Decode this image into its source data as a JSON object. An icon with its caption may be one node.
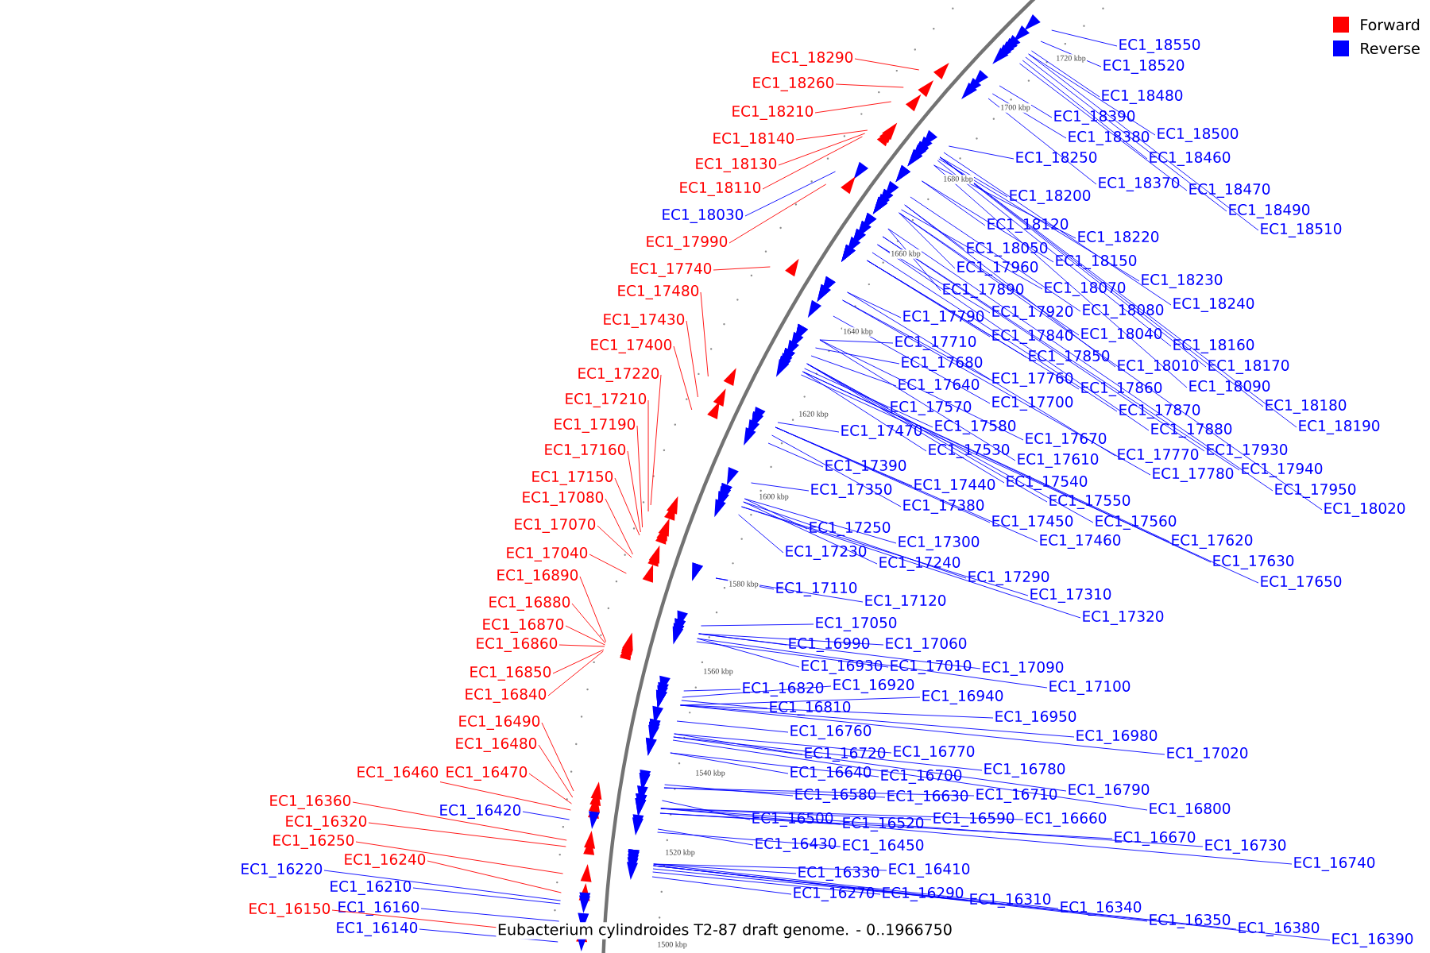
{
  "diagram": {
    "title": "Eubacterium cylindroides T2-87 draft genome. - 0..1966750",
    "nodes": [
      {
        "text": [
          "EC1_18290"
        ]
      },
      {
        "text": [
          "EC1_18260"
        ]
      },
      {
        "text": [
          "EC1_18210"
        ]
      },
      {
        "text": [
          "EC1_18140"
        ]
      },
      {
        "text": [
          "EC1_18130"
        ]
      },
      {
        "text": [
          "EC1_18110"
        ]
      },
      {
        "text": [
          "EC1_18030"
        ]
      },
      {
        "text": [
          "EC1_17990"
        ]
      },
      {
        "text": [
          "EC1_17740"
        ]
      },
      {
        "text": [
          "EC1_17480"
        ]
      },
      {
        "text": [
          "EC1_17430"
        ]
      },
      {
        "text": [
          "EC1_17400"
        ]
      },
      {
        "text": [
          "EC1_17220"
        ]
      },
      {
        "text": [
          "EC1_17210"
        ]
      },
      {
        "text": [
          "EC1_17190"
        ]
      },
      {
        "text": [
          "EC1_17160"
        ]
      },
      {
        "text": [
          "EC1_17150"
        ]
      },
      {
        "text": [
          "EC1_17080"
        ]
      },
      {
        "text": [
          "EC1_17070"
        ]
      },
      {
        "text": [
          "EC1_17040"
        ]
      },
      {
        "text": [
          "EC1_16890"
        ]
      },
      {
        "text": [
          "EC1_16880"
        ]
      },
      {
        "text": [
          "EC1_16870"
        ]
      },
      {
        "text": [
          "EC1_16860"
        ]
      },
      {
        "text": [
          "EC1_16850"
        ]
      },
      {
        "text": [
          "EC1_16840"
        ]
      },
      {
        "text": [
          "EC1_16490"
        ]
      },
      {
        "text": [
          "EC1_16480"
        ]
      },
      {
        "text": [
          "EC1_16460"
        ]
      },
      {
        "text": [
          "EC1_16470"
        ]
      },
      {
        "text": [
          "EC1_16360"
        ]
      },
      {
        "text": [
          "EC1_16420"
        ]
      },
      {
        "text": [
          "EC1_16320"
        ]
      },
      {
        "text": [
          "EC1_16250"
        ]
      },
      {
        "text": [
          "EC1_16240"
        ]
      },
      {
        "text": [
          "EC1_16220"
        ]
      },
      {
        "text": [
          "EC1_16210"
        ]
      },
      {
        "text": [
          "EC1_16160"
        ]
      },
      {
        "text": [
          "EC1_16150"
        ]
      },
      {
        "text": [
          "EC1_16140"
        ]
      },
      {
        "text": [
          "EC1_18550"
        ]
      },
      {
        "text": [
          "EC1_18520"
        ]
      },
      {
        "text": [
          "EC1_18480"
        ]
      },
      {
        "text": [
          "EC1_18390"
        ]
      },
      {
        "text": [
          "EC1_18500"
        ]
      },
      {
        "text": [
          "EC1_18380"
        ]
      },
      {
        "text": [
          "EC1_18460"
        ]
      },
      {
        "text": [
          "EC1_18250"
        ]
      },
      {
        "text": [
          "EC1_18370"
        ]
      },
      {
        "text": [
          "EC1_18470"
        ]
      },
      {
        "text": [
          "EC1_18200"
        ]
      },
      {
        "text": [
          "EC1_18490"
        ]
      },
      {
        "text": [
          "EC1_18120"
        ]
      },
      {
        "text": [
          "EC1_18510"
        ]
      },
      {
        "text": [
          "EC1_18220"
        ]
      },
      {
        "text": [
          "EC1_18050"
        ]
      },
      {
        "text": [
          "EC1_18150"
        ]
      },
      {
        "text": [
          "EC1_17960"
        ]
      },
      {
        "text": [
          "EC1_18230"
        ]
      },
      {
        "text": [
          "EC1_18070"
        ]
      },
      {
        "text": [
          "EC1_17890"
        ]
      },
      {
        "text": [
          "EC1_18240"
        ]
      },
      {
        "text": [
          "EC1_17920"
        ]
      },
      {
        "text": [
          "EC1_18080"
        ]
      },
      {
        "text": [
          "EC1_17790"
        ]
      },
      {
        "text": [
          "EC1_18040"
        ]
      },
      {
        "text": [
          "EC1_17840"
        ]
      },
      {
        "text": [
          "EC1_17710"
        ]
      },
      {
        "text": [
          "EC1_18160"
        ]
      },
      {
        "text": [
          "EC1_17850"
        ]
      },
      {
        "text": [
          "EC1_17680"
        ]
      },
      {
        "text": [
          "EC1_18010"
        ]
      },
      {
        "text": [
          "EC1_18170"
        ]
      },
      {
        "text": [
          "EC1_17760"
        ]
      },
      {
        "text": [
          "EC1_17640"
        ]
      },
      {
        "text": [
          "EC1_18090"
        ]
      },
      {
        "text": [
          "EC1_17860"
        ]
      },
      {
        "text": [
          "EC1_17700"
        ]
      },
      {
        "text": [
          "EC1_18180"
        ]
      },
      {
        "text": [
          "EC1_17570"
        ]
      },
      {
        "text": [
          "EC1_17870"
        ]
      },
      {
        "text": [
          "EC1_17580"
        ]
      },
      {
        "text": [
          "EC1_18190"
        ]
      },
      {
        "text": [
          "EC1_17880"
        ]
      },
      {
        "text": [
          "EC1_17470"
        ]
      },
      {
        "text": [
          "EC1_17670"
        ]
      },
      {
        "text": [
          "EC1_17530"
        ]
      },
      {
        "text": [
          "EC1_17930"
        ]
      },
      {
        "text": [
          "EC1_17770"
        ]
      },
      {
        "text": [
          "EC1_17610"
        ]
      },
      {
        "text": [
          "EC1_17390"
        ]
      },
      {
        "text": [
          "EC1_17940"
        ]
      },
      {
        "text": [
          "EC1_17780"
        ]
      },
      {
        "text": [
          "EC1_17540"
        ]
      },
      {
        "text": [
          "EC1_17440"
        ]
      },
      {
        "text": [
          "EC1_17350"
        ]
      },
      {
        "text": [
          "EC1_17950"
        ]
      },
      {
        "text": [
          "EC1_17550"
        ]
      },
      {
        "text": [
          "EC1_17380"
        ]
      },
      {
        "text": [
          "EC1_18020"
        ]
      },
      {
        "text": [
          "EC1_17450"
        ]
      },
      {
        "text": [
          "EC1_17560"
        ]
      },
      {
        "text": [
          "EC1_17250"
        ]
      },
      {
        "text": [
          "EC1_17460"
        ]
      },
      {
        "text": [
          "EC1_17620"
        ]
      },
      {
        "text": [
          "EC1_17300"
        ]
      },
      {
        "text": [
          "EC1_17230"
        ]
      },
      {
        "text": [
          "EC1_17630"
        ]
      },
      {
        "text": [
          "EC1_17240"
        ]
      },
      {
        "text": [
          "EC1_17290"
        ]
      },
      {
        "text": [
          "EC1_17650"
        ]
      },
      {
        "text": [
          "EC1_17110"
        ]
      },
      {
        "text": [
          "EC1_17310"
        ]
      },
      {
        "text": [
          "EC1_17120"
        ]
      },
      {
        "text": [
          "EC1_17320"
        ]
      },
      {
        "text": [
          "EC1_17050"
        ]
      },
      {
        "text": [
          "EC1_16990"
        ]
      },
      {
        "text": [
          "EC1_17060"
        ]
      },
      {
        "text": [
          "EC1_16930"
        ]
      },
      {
        "text": [
          "EC1_17010"
        ]
      },
      {
        "text": [
          "EC1_17090"
        ]
      },
      {
        "text": [
          "EC1_16920"
        ]
      },
      {
        "text": [
          "EC1_17100"
        ]
      },
      {
        "text": [
          "EC1_16820"
        ]
      },
      {
        "text": [
          "EC1_16940"
        ]
      },
      {
        "text": [
          "EC1_16810"
        ]
      },
      {
        "text": [
          "EC1_16950"
        ]
      },
      {
        "text": [
          "EC1_16760"
        ]
      },
      {
        "text": [
          "EC1_16980"
        ]
      },
      {
        "text": [
          "EC1_16770"
        ]
      },
      {
        "text": [
          "EC1_16720"
        ]
      },
      {
        "text": [
          "EC1_17020"
        ]
      },
      {
        "text": [
          "EC1_16780"
        ]
      },
      {
        "text": [
          "EC1_16640"
        ]
      },
      {
        "text": [
          "EC1_16700"
        ]
      },
      {
        "text": [
          "EC1_16790"
        ]
      },
      {
        "text": [
          "EC1_16580"
        ]
      },
      {
        "text": [
          "EC1_16630"
        ]
      },
      {
        "text": [
          "EC1_16710"
        ]
      },
      {
        "text": [
          "EC1_16800"
        ]
      },
      {
        "text": [
          "EC1_16500"
        ]
      },
      {
        "text": [
          "EC1_16590"
        ]
      },
      {
        "text": [
          "EC1_16660"
        ]
      },
      {
        "text": [
          "EC1_16520"
        ]
      },
      {
        "text": [
          "EC1_16670"
        ]
      },
      {
        "text": [
          "EC1_16430"
        ]
      },
      {
        "text": [
          "EC1_16450"
        ]
      },
      {
        "text": [
          "EC1_16730"
        ]
      },
      {
        "text": [
          "EC1_16740"
        ]
      },
      {
        "text": [
          "EC1_16410"
        ]
      },
      {
        "text": [
          "EC1_16330"
        ]
      },
      {
        "text": [
          "EC1_16270"
        ]
      },
      {
        "text": [
          "EC1_16290"
        ]
      },
      {
        "text": [
          "EC1_16310"
        ]
      },
      {
        "text": [
          "EC1_16340"
        ]
      },
      {
        "text": [
          "EC1_16350"
        ]
      },
      {
        "text": [
          "EC1_16380"
        ]
      },
      {
        "text": [
          "EC1_16390"
        ]
      }
    ],
    "edges": [
      {
        "from": 0,
        "to": null,
        "arrow": "none",
        "color": "#ff0000"
      },
      {
        "from": 1,
        "to": null,
        "arrow": "none",
        "color": "#ff0000"
      },
      {
        "from": 2,
        "to": null,
        "arrow": "none",
        "color": "#ff0000"
      },
      {
        "from": 3,
        "to": null,
        "arrow": "none",
        "color": "#ff0000"
      },
      {
        "from": 4,
        "to": null,
        "arrow": "none",
        "color": "#ff0000"
      },
      {
        "from": 5,
        "to": null,
        "arrow": "none",
        "color": "#ff0000"
      },
      {
        "from": 6,
        "to": null,
        "arrow": "none"
      },
      {
        "from": 7,
        "to": null,
        "arrow": "none",
        "color": "#ff0000"
      },
      {
        "from": 8,
        "to": null,
        "arrow": "none",
        "color": "#ff0000"
      },
      {
        "from": 9,
        "to": null,
        "arrow": "none",
        "color": "#ff0000"
      },
      {
        "from": 10,
        "to": null,
        "arrow": "none",
        "color": "#ff0000"
      },
      {
        "from": 11,
        "to": null,
        "arrow": "none",
        "color": "#ff0000"
      },
      {
        "from": 12,
        "to": null,
        "arrow": "none",
        "color": "#ff0000"
      },
      {
        "from": 13,
        "to": null,
        "arrow": "none",
        "color": "#ff0000"
      },
      {
        "from": 14,
        "to": null,
        "arrow": "none",
        "color": "#ff0000"
      },
      {
        "from": 15,
        "to": null,
        "arrow": "none",
        "color": "#ff0000"
      },
      {
        "from": 16,
        "to": null,
        "arrow": "none",
        "color": "#ff0000"
      },
      {
        "from": 17,
        "to": null,
        "arrow": "none",
        "color": "#ff0000"
      },
      {
        "from": 18,
        "to": null,
        "arrow": "none",
        "color": "#ff0000"
      },
      {
        "from": 19,
        "to": null,
        "arrow": "none",
        "color": "#ff0000"
      },
      {
        "from": 20,
        "to": null,
        "arrow": "none",
        "color": "#ff0000"
      },
      {
        "from": 21,
        "to": null,
        "arrow": "none",
        "color": "#ff0000"
      },
      {
        "from": 22,
        "to": null,
        "arrow": "none",
        "color": "#ff0000"
      },
      {
        "from": 23,
        "to": null,
        "arrow": "none",
        "color": "#ff0000"
      },
      {
        "from": 24,
        "to": null,
        "arrow": "none",
        "color": "#ff0000"
      },
      {
        "from": 25,
        "to": null,
        "arrow": "none",
        "color": "#ff0000"
      },
      {
        "from": 26,
        "to": null,
        "arrow": "none",
        "color": "#ff0000"
      },
      {
        "from": 27,
        "to": null,
        "arrow": "none",
        "color": "#ff0000"
      },
      {
        "from": 28,
        "to": null,
        "arrow": "none",
        "color": "#ff0000"
      },
      {
        "from": 29,
        "to": null,
        "arrow": "none",
        "color": "#ff0000"
      },
      {
        "from": 30,
        "to": null,
        "arrow": "none",
        "color": "#ff0000"
      },
      {
        "from": 31,
        "to": null,
        "arrow": "none"
      },
      {
        "from": 32,
        "to": null,
        "arrow": "none",
        "color": "#ff0000"
      },
      {
        "from": 33,
        "to": null,
        "arrow": "none",
        "color": "#ff0000"
      },
      {
        "from": 34,
        "to": null,
        "arrow": "none",
        "color": "#ff0000"
      },
      {
        "from": 35,
        "to": null,
        "arrow": "none"
      },
      {
        "from": 36,
        "to": null,
        "arrow": "none"
      },
      {
        "from": 37,
        "to": null,
        "arrow": "none"
      },
      {
        "from": 38,
        "to": null,
        "arrow": "none",
        "color": "#ff0000"
      },
      {
        "from": 39,
        "to": null,
        "arrow": "none"
      },
      {
        "from": 40,
        "to": null,
        "arrow": "none"
      },
      {
        "from": 41,
        "to": null,
        "arrow": "none"
      },
      {
        "from": 42,
        "to": null,
        "arrow": "none"
      },
      {
        "from": 43,
        "to": null,
        "arrow": "none"
      },
      {
        "from": 44,
        "to": null,
        "arrow": "none"
      },
      {
        "from": 45,
        "to": null,
        "arrow": "none"
      },
      {
        "from": 46,
        "to": null,
        "arrow": "none"
      },
      {
        "from": 47,
        "to": null,
        "arrow": "none"
      },
      {
        "from": 48,
        "to": null,
        "arrow": "none"
      },
      {
        "from": 49,
        "to": null,
        "arrow": "none"
      },
      {
        "from": 50,
        "to": null,
        "arrow": "none"
      },
      {
        "from": 51,
        "to": null,
        "arrow": "none"
      },
      {
        "from": 52,
        "to": null,
        "arrow": "none"
      },
      {
        "from": 53,
        "to": null,
        "arrow": "none"
      },
      {
        "from": 54,
        "to": null,
        "arrow": "none"
      },
      {
        "from": 55,
        "to": null,
        "arrow": "none"
      },
      {
        "from": 56,
        "to": null,
        "arrow": "none"
      },
      {
        "from": 57,
        "to": null,
        "arrow": "none"
      },
      {
        "from": 58,
        "to": null,
        "arrow": "none"
      },
      {
        "from": 59,
        "to": null,
        "arrow": "none"
      },
      {
        "from": 60,
        "to": null,
        "arrow": "none"
      },
      {
        "from": 61,
        "to": null,
        "arrow": "none"
      },
      {
        "from": 62,
        "to": null,
        "arrow": "none"
      },
      {
        "from": 63,
        "to": null,
        "arrow": "none"
      },
      {
        "from": 64,
        "to": null,
        "arrow": "none"
      },
      {
        "from": 65,
        "to": null,
        "arrow": "none"
      },
      {
        "from": 66,
        "to": null,
        "arrow": "none"
      },
      {
        "from": 67,
        "to": null,
        "arrow": "none"
      },
      {
        "from": 68,
        "to": null,
        "arrow": "none"
      },
      {
        "from": 69,
        "to": null,
        "arrow": "none"
      },
      {
        "from": 70,
        "to": null,
        "arrow": "none"
      },
      {
        "from": 71,
        "to": null,
        "arrow": "none"
      },
      {
        "from": 72,
        "to": null,
        "arrow": "none"
      },
      {
        "from": 73,
        "to": null,
        "arrow": "none"
      },
      {
        "from": 74,
        "to": null,
        "arrow": "none"
      },
      {
        "from": 75,
        "to": null,
        "arrow": "none"
      },
      {
        "from": 76,
        "to": null,
        "arrow": "none"
      },
      {
        "from": 77,
        "to": null,
        "arrow": "none"
      },
      {
        "from": 78,
        "to": null,
        "arrow": "none"
      },
      {
        "from": 79,
        "to": null,
        "arrow": "none"
      },
      {
        "from": 80,
        "to": null,
        "arrow": "none"
      },
      {
        "from": 81,
        "to": null,
        "arrow": "none"
      },
      {
        "from": 82,
        "to": null,
        "arrow": "none"
      },
      {
        "from": 83,
        "to": null,
        "arrow": "none"
      },
      {
        "from": 84,
        "to": null,
        "arrow": "none"
      },
      {
        "from": 85,
        "to": null,
        "arrow": "none"
      },
      {
        "from": 86,
        "to": null,
        "arrow": "none"
      },
      {
        "from": 87,
        "to": null,
        "arrow": "none"
      },
      {
        "from": 88,
        "to": null,
        "arrow": "none"
      },
      {
        "from": 89,
        "to": null,
        "arrow": "none"
      },
      {
        "from": 90,
        "to": null,
        "arrow": "none"
      },
      {
        "from": 91,
        "to": null,
        "arrow": "none"
      },
      {
        "from": 92,
        "to": null,
        "arrow": "none"
      },
      {
        "from": 93,
        "to": null,
        "arrow": "none"
      },
      {
        "from": 94,
        "to": null,
        "arrow": "none"
      },
      {
        "from": 95,
        "to": null,
        "arrow": "none"
      },
      {
        "from": 96,
        "to": null,
        "arrow": "none"
      },
      {
        "from": 97,
        "to": null,
        "arrow": "none"
      },
      {
        "from": 98,
        "to": null,
        "arrow": "none"
      },
      {
        "from": 99,
        "to": null,
        "arrow": "none"
      },
      {
        "from": 100,
        "to": null,
        "arrow": "none"
      },
      {
        "from": 101,
        "to": null,
        "arrow": "none"
      },
      {
        "from": 102,
        "to": null,
        "arrow": "none"
      },
      {
        "from": 103,
        "to": null,
        "arrow": "none"
      },
      {
        "from": 104,
        "to": null,
        "arrow": "none"
      },
      {
        "from": 105,
        "to": null,
        "arrow": "none"
      },
      {
        "from": 106,
        "to": null,
        "arrow": "none"
      },
      {
        "from": 107,
        "to": null,
        "arrow": "none"
      },
      {
        "from": 108,
        "to": null,
        "arrow": "none"
      },
      {
        "from": 109,
        "to": null,
        "arrow": "none"
      },
      {
        "from": 110,
        "to": null,
        "arrow": "none"
      },
      {
        "from": 111,
        "to": null,
        "arrow": "none"
      },
      {
        "from": 112,
        "to": null,
        "arrow": "none"
      },
      {
        "from": 113,
        "to": null,
        "arrow": "none"
      },
      {
        "from": 114,
        "to": null,
        "arrow": "none"
      },
      {
        "from": 115,
        "to": null,
        "arrow": "none"
      },
      {
        "from": 116,
        "to": null,
        "arrow": "none"
      },
      {
        "from": 117,
        "to": null,
        "arrow": "none"
      },
      {
        "from": 118,
        "to": null,
        "arrow": "none"
      },
      {
        "from": 119,
        "to": null,
        "arrow": "none"
      },
      {
        "from": 120,
        "to": null,
        "arrow": "none"
      },
      {
        "from": 121,
        "to": null,
        "arrow": "none"
      },
      {
        "from": 122,
        "to": null,
        "arrow": "none"
      },
      {
        "from": 123,
        "to": null,
        "arrow": "none"
      },
      {
        "from": 124,
        "to": null,
        "arrow": "none"
      },
      {
        "from": 125,
        "to": null,
        "arrow": "none"
      },
      {
        "from": 126,
        "to": null,
        "arrow": "none"
      },
      {
        "from": 127,
        "to": null,
        "arrow": "none"
      },
      {
        "from": 128,
        "to": null,
        "arrow": "none"
      },
      {
        "from": 129,
        "to": null,
        "arrow": "none"
      },
      {
        "from": 130,
        "to": null,
        "arrow": "none"
      },
      {
        "from": 131,
        "to": null,
        "arrow": "none"
      },
      {
        "from": 132,
        "to": null,
        "arrow": "none"
      },
      {
        "from": 133,
        "to": null,
        "arrow": "none"
      },
      {
        "from": 134,
        "to": null,
        "arrow": "none"
      },
      {
        "from": 135,
        "to": null,
        "arrow": "none"
      },
      {
        "from": 136,
        "to": null,
        "arrow": "none"
      },
      {
        "from": 137,
        "to": null,
        "arrow": "none"
      },
      {
        "from": 138,
        "to": null,
        "arrow": "none"
      },
      {
        "from": 139,
        "to": null,
        "arrow": "none"
      },
      {
        "from": 140,
        "to": null,
        "arrow": "none"
      },
      {
        "from": 141,
        "to": null,
        "arrow": "none"
      },
      {
        "from": 142,
        "to": null,
        "arrow": "none"
      },
      {
        "from": 143,
        "to": null,
        "arrow": "none"
      },
      {
        "from": 144,
        "to": null,
        "arrow": "none"
      },
      {
        "from": 145,
        "to": null,
        "arrow": "none"
      },
      {
        "from": 146,
        "to": null,
        "arrow": "none"
      },
      {
        "from": 147,
        "to": null,
        "arrow": "none"
      },
      {
        "from": 148,
        "to": null,
        "arrow": "none"
      },
      {
        "from": 149,
        "to": null,
        "arrow": "none"
      },
      {
        "from": 150,
        "to": null,
        "arrow": "none"
      },
      {
        "from": 151,
        "to": null,
        "arrow": "none"
      },
      {
        "from": 152,
        "to": null,
        "arrow": "none"
      },
      {
        "from": 153,
        "to": null,
        "arrow": "none"
      },
      {
        "from": 154,
        "to": null,
        "arrow": "none"
      },
      {
        "from": 155,
        "to": null,
        "arrow": "none"
      },
      {
        "from": 156,
        "to": null,
        "arrow": "none"
      },
      {
        "from": 157,
        "to": null,
        "arrow": "none"
      }
    ],
    "labels": [
      "1720 kbp",
      "1700 kbp",
      "1680 kbp",
      "1660 kbp",
      "1640 kbp",
      "1620 kbp",
      "1600 kbp",
      "1580 kbp",
      "1560 kbp",
      "1540 kbp",
      "1520 kbp",
      "1500 kbp"
    ],
    "legend": [
      {
        "text": "Forward",
        "color": "#ff0000"
      },
      {
        "text": "Reverse",
        "color": "#0000ff"
      }
    ]
  }
}
